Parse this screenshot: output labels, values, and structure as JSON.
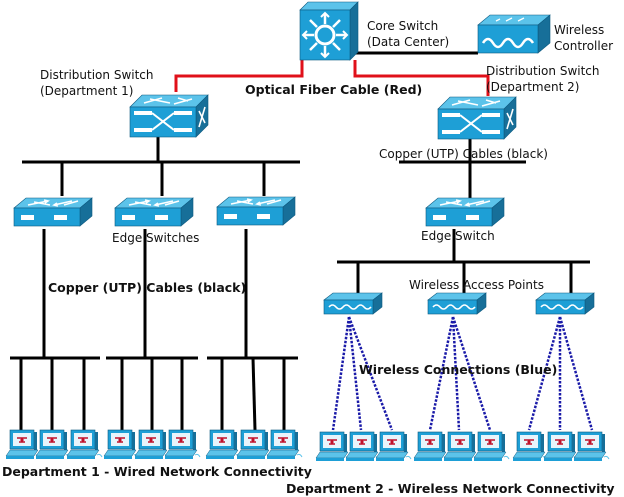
{
  "colors": {
    "device_face": "#1e9fd6",
    "device_top": "#5cc3ea",
    "device_side": "#176f99",
    "fiber": "#e0101a",
    "copper": "#000000",
    "wireless": "#1a1aa8",
    "pc_red": "#c0102a"
  },
  "labels": {
    "core_switch": [
      "Core Switch",
      "(Data Center)"
    ],
    "wireless_controller": [
      "Wireless",
      "Controller"
    ],
    "dist1": [
      "Distribution Switch",
      "(Department 1)"
    ],
    "dist2": [
      "Distribution Switch",
      "(Department 2)"
    ],
    "fiber_cable": "Optical Fiber Cable (Red)",
    "copper_dept2": "Copper (UTP) Cables (black)",
    "edge_switches": "Edge Switches",
    "copper_dept1": "Copper (UTP) Cables (black)",
    "edge_switch": "Edge Switch",
    "wireless_aps": "Wireless Access Points",
    "wireless_connections": "Wireless Connections (Blue)",
    "dept1_caption": "Department 1 - Wired Network Connectivity",
    "dept2_caption": "Department 2 - Wireless Network Connectivity"
  },
  "nodes": {
    "core_switch": {
      "type": "multilayer-switch",
      "label": "Core Switch (Data Center)"
    },
    "wireless_controller": {
      "type": "wireless-controller",
      "label": "Wireless Controller"
    },
    "dist_switches": [
      {
        "type": "layer3-switch",
        "label": "Distribution Switch (Department 1)"
      },
      {
        "type": "layer3-switch",
        "label": "Distribution Switch (Department 2)"
      }
    ],
    "dept1_edge_switches": 3,
    "dept1_pcs_per_switch": 3,
    "dept2_edge_switches": 1,
    "dept2_access_points": 3,
    "dept2_pcs_per_ap": 3
  }
}
